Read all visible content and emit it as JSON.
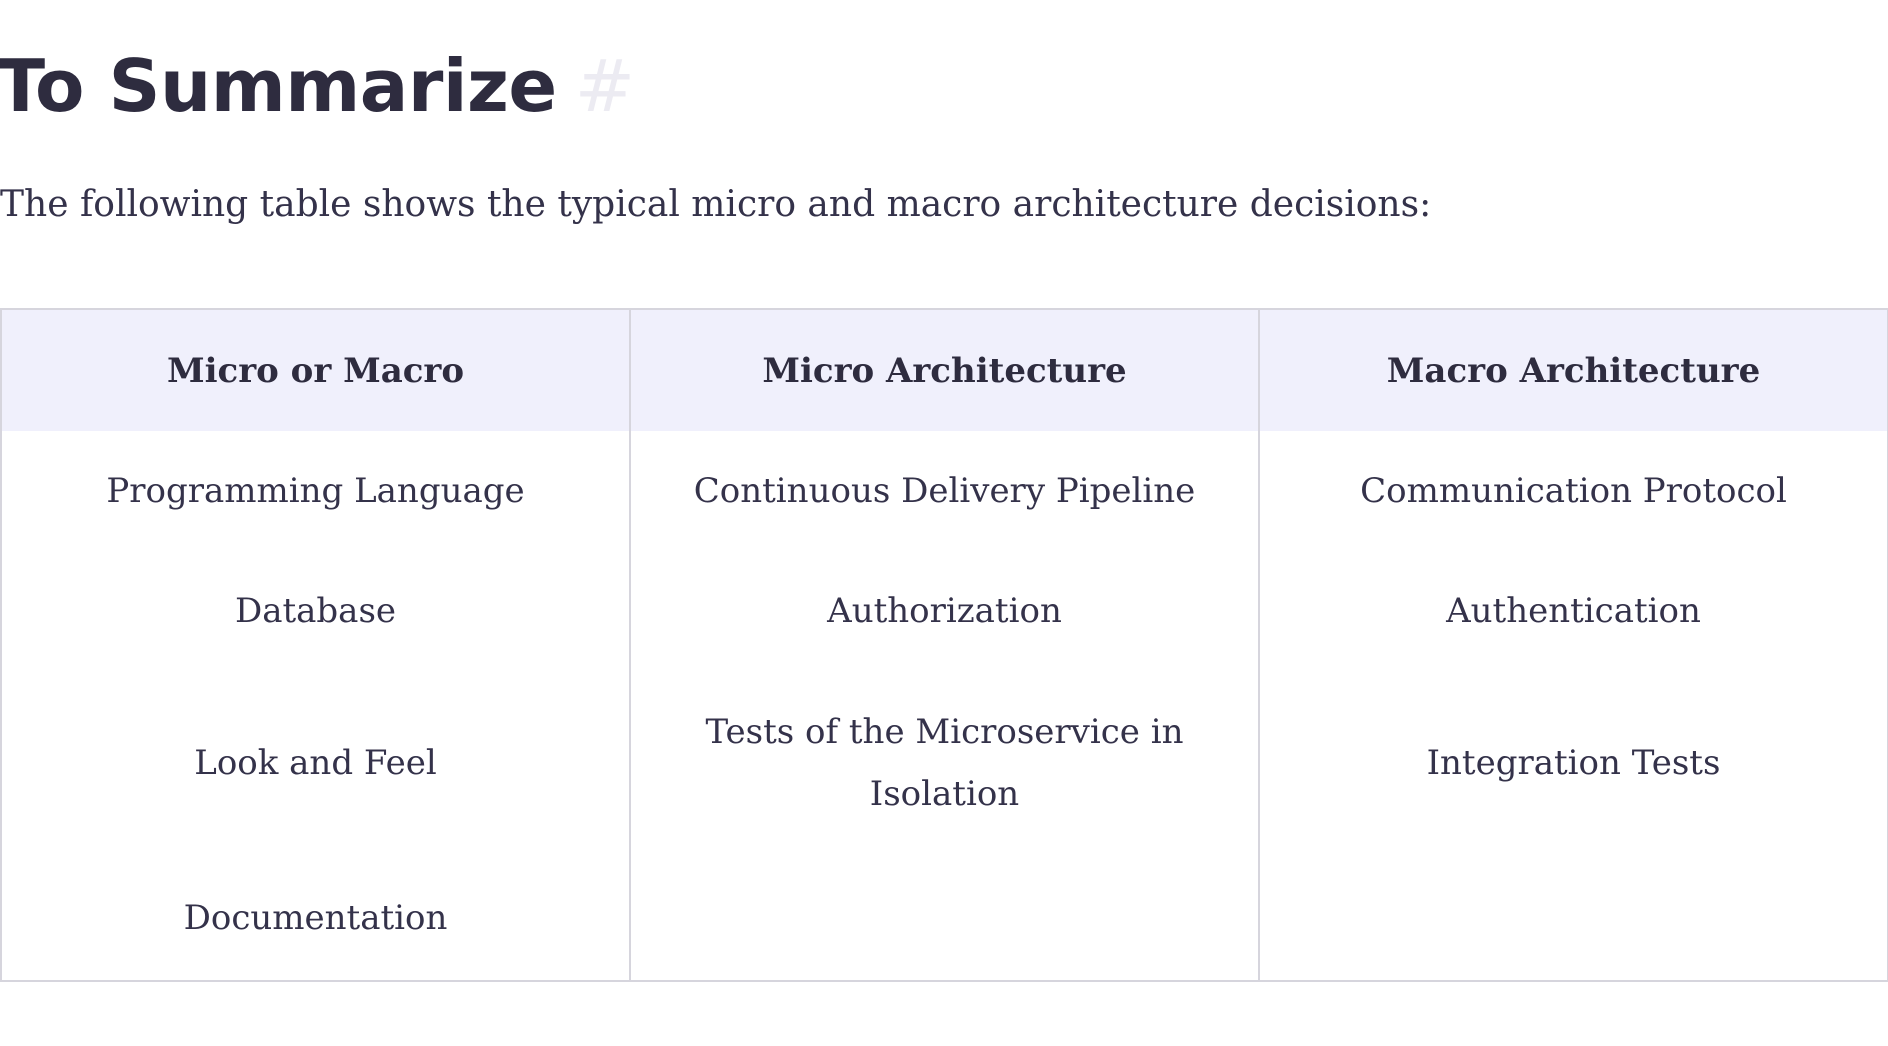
{
  "heading": {
    "title": "To Summarize",
    "anchor": "#"
  },
  "intro": "The following table shows the typical micro and macro architecture decisions:",
  "table": {
    "headers": [
      "Micro or Macro",
      "Micro Architecture",
      "Macro Architecture"
    ],
    "rows": [
      [
        "Programming Language",
        "Continuous Delivery Pipeline",
        "Communication Protocol"
      ],
      [
        "Database",
        "Authorization",
        "Authentication"
      ],
      [
        "Look and Feel",
        "Tests of the Microservice in Isolation",
        "Integration Tests"
      ],
      [
        "Documentation",
        "",
        ""
      ]
    ]
  },
  "colors": {
    "heading_text": "#2e2c3f",
    "body_text": "#34324a",
    "anchor": "#ecebf2",
    "header_background": "#f0f0fc",
    "border": "#d6d5dd"
  }
}
